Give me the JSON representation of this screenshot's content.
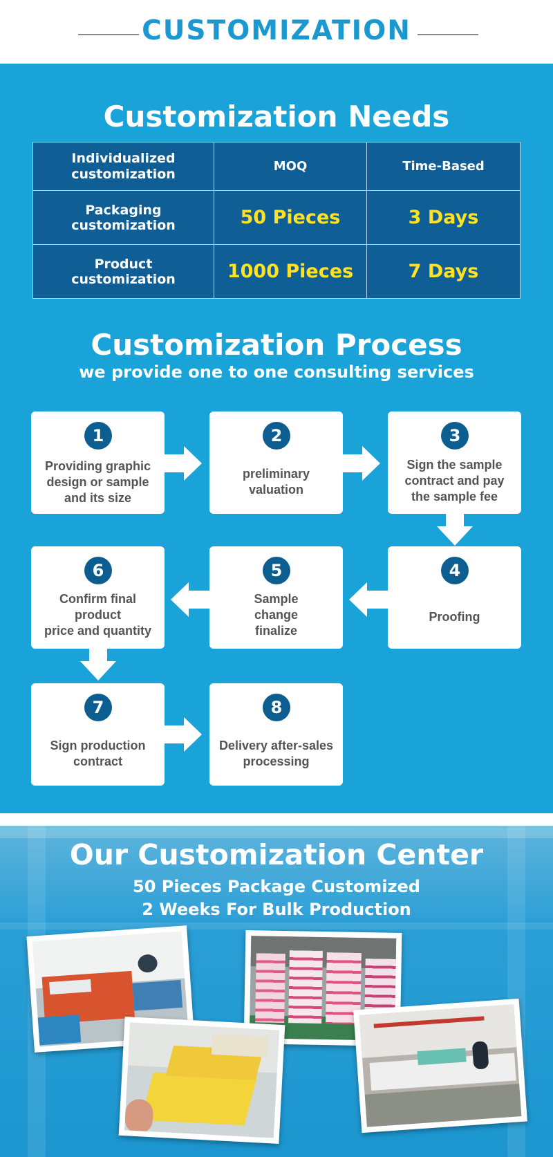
{
  "header": {
    "title": "CUSTOMIZATION"
  },
  "needs": {
    "title": "Customization Needs",
    "headers": [
      "Individualized\ncustomization",
      "MOQ",
      "Time-Based"
    ],
    "rows": [
      {
        "type": "Packaging\ncustomization",
        "moq": "50 Pieces",
        "time": "3 Days"
      },
      {
        "type": "Product\ncustomization",
        "moq": "1000 Pieces",
        "time": "7 Days"
      }
    ]
  },
  "process": {
    "title": "Customization Process",
    "subtitle": "we provide one to one consulting services",
    "steps": [
      {
        "num": "1",
        "text": "Providing graphic\ndesign or sample\nand its size"
      },
      {
        "num": "2",
        "text": "preliminary\nvaluation"
      },
      {
        "num": "3",
        "text": "Sign the sample\ncontract and pay\nthe sample fee"
      },
      {
        "num": "4",
        "text": "Proofing"
      },
      {
        "num": "5",
        "text": "Sample\nchange\nfinalize"
      },
      {
        "num": "6",
        "text": "Confirm final\nproduct\nprice and quantity"
      },
      {
        "num": "7",
        "text": "Sign production\ncontract"
      },
      {
        "num": "8",
        "text": "Delivery after-sales\nprocessing"
      }
    ]
  },
  "center": {
    "title": "Our Customization Center",
    "line1": "50 Pieces Package Customized",
    "line2": "2 Weeks  For Bulk Production"
  },
  "colors": {
    "brand_blue": "#1aa3d9",
    "table_navy": "#0f5f96",
    "highlight_yellow": "#ffe226",
    "step_circle": "#0c5d90"
  }
}
